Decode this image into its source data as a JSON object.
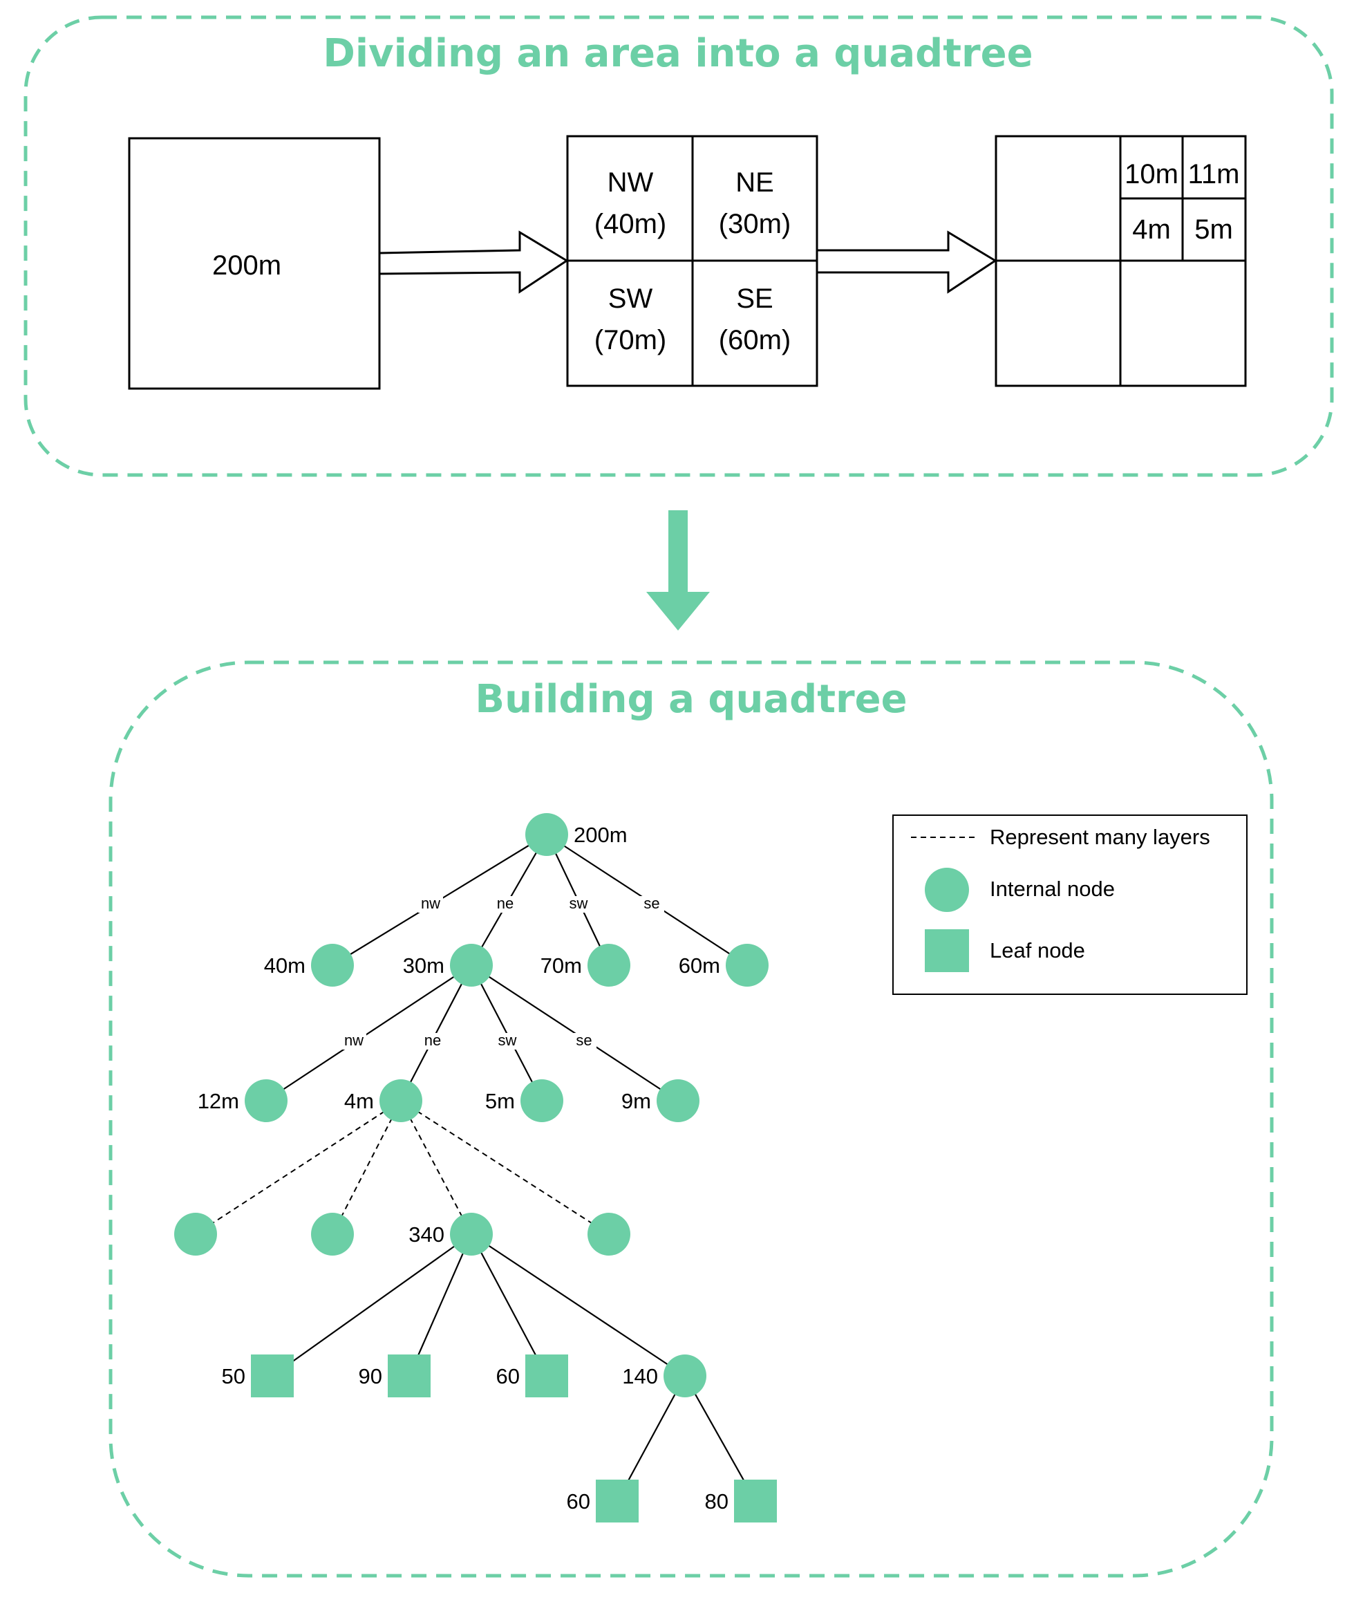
{
  "colors": {
    "accent": "#6ccfa6",
    "line": "#000000",
    "background": "#ffffff"
  },
  "top_section": {
    "title": "Dividing an area into a quadtree",
    "whole_area": {
      "label": "200m"
    },
    "quadrants": [
      {
        "name": "NW",
        "size": "(40m)"
      },
      {
        "name": "NE",
        "size": "(30m)"
      },
      {
        "name": "SW",
        "size": "(70m)"
      },
      {
        "name": "SE",
        "size": "(60m)"
      }
    ],
    "subdivided_ne": [
      "10m",
      "11m",
      "4m",
      "5m"
    ]
  },
  "bottom_section": {
    "title": "Building a quadtree",
    "legend": {
      "many_layers": "Represent many layers",
      "internal_node": "Internal node",
      "leaf_node": "Leaf node"
    },
    "tree": {
      "nodes": [
        {
          "id": "root",
          "label": "200m",
          "kind": "internal"
        },
        {
          "id": "n40",
          "label": "40m",
          "kind": "internal"
        },
        {
          "id": "n30",
          "label": "30m",
          "kind": "internal"
        },
        {
          "id": "n70",
          "label": "70m",
          "kind": "internal"
        },
        {
          "id": "n60",
          "label": "60m",
          "kind": "internal"
        },
        {
          "id": "n12",
          "label": "12m",
          "kind": "internal"
        },
        {
          "id": "n4",
          "label": "4m",
          "kind": "internal"
        },
        {
          "id": "n5",
          "label": "5m",
          "kind": "internal"
        },
        {
          "id": "n9",
          "label": "9m",
          "kind": "internal"
        },
        {
          "id": "d1",
          "label": "",
          "kind": "internal"
        },
        {
          "id": "d2",
          "label": "",
          "kind": "internal"
        },
        {
          "id": "n340",
          "label": "340",
          "kind": "internal"
        },
        {
          "id": "d4",
          "label": "",
          "kind": "internal"
        },
        {
          "id": "l50",
          "label": "50",
          "kind": "leaf"
        },
        {
          "id": "l90",
          "label": "90",
          "kind": "leaf"
        },
        {
          "id": "l60a",
          "label": "60",
          "kind": "leaf"
        },
        {
          "id": "n140",
          "label": "140",
          "kind": "internal"
        },
        {
          "id": "l60b",
          "label": "60",
          "kind": "leaf"
        },
        {
          "id": "l80",
          "label": "80",
          "kind": "leaf"
        }
      ],
      "edges": [
        {
          "from": "root",
          "to": "n40",
          "label": "nw",
          "style": "solid"
        },
        {
          "from": "root",
          "to": "n30",
          "label": "ne",
          "style": "solid"
        },
        {
          "from": "root",
          "to": "n70",
          "label": "sw",
          "style": "solid"
        },
        {
          "from": "root",
          "to": "n60",
          "label": "se",
          "style": "solid"
        },
        {
          "from": "n30",
          "to": "n12",
          "label": "nw",
          "style": "solid"
        },
        {
          "from": "n30",
          "to": "n4",
          "label": "ne",
          "style": "solid"
        },
        {
          "from": "n30",
          "to": "n5",
          "label": "sw",
          "style": "solid"
        },
        {
          "from": "n30",
          "to": "n9",
          "label": "se",
          "style": "solid"
        },
        {
          "from": "n4",
          "to": "d1",
          "label": "",
          "style": "dashed"
        },
        {
          "from": "n4",
          "to": "d2",
          "label": "",
          "style": "dashed"
        },
        {
          "from": "n4",
          "to": "n340",
          "label": "",
          "style": "dashed"
        },
        {
          "from": "n4",
          "to": "d4",
          "label": "",
          "style": "dashed"
        },
        {
          "from": "n340",
          "to": "l50",
          "label": "",
          "style": "solid"
        },
        {
          "from": "n340",
          "to": "l90",
          "label": "",
          "style": "solid"
        },
        {
          "from": "n340",
          "to": "l60a",
          "label": "",
          "style": "solid"
        },
        {
          "from": "n340",
          "to": "n140",
          "label": "",
          "style": "solid"
        },
        {
          "from": "n140",
          "to": "l60b",
          "label": "",
          "style": "solid"
        },
        {
          "from": "n140",
          "to": "l80",
          "label": "",
          "style": "solid"
        }
      ]
    }
  }
}
